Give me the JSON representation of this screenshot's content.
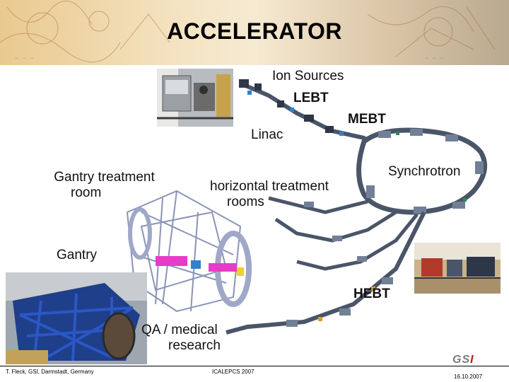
{
  "header": {
    "title": "ACCELERATOR"
  },
  "labels": {
    "ion_sources": "Ion Sources",
    "lebt": "LEBT",
    "mebt": "MEBT",
    "linac": "Linac",
    "synchrotron": "Synchrotron",
    "gantry_treatment_line1": "Gantry treatment",
    "gantry_treatment_line2": "room",
    "horizontal_line1": "horizontal treatment",
    "horizontal_line2": "rooms",
    "gantry": "Gantry",
    "hebt": "HEBT",
    "qa_line1": "QA / medical",
    "qa_line2": "research"
  },
  "footer": {
    "author": "T. Fleck, GSI, Darmstadt, Germany",
    "conference": "ICALEPCS 2007",
    "date": "16.10.2007",
    "logo_text_a": "GS",
    "logo_text_b": "I"
  },
  "colors": {
    "beamline": "#4a5568",
    "gantry_frame": "#8a93b8",
    "magnet_pink": "#e63cc8",
    "magnet_yellow": "#f2d21b",
    "logo_red": "#c21818"
  }
}
